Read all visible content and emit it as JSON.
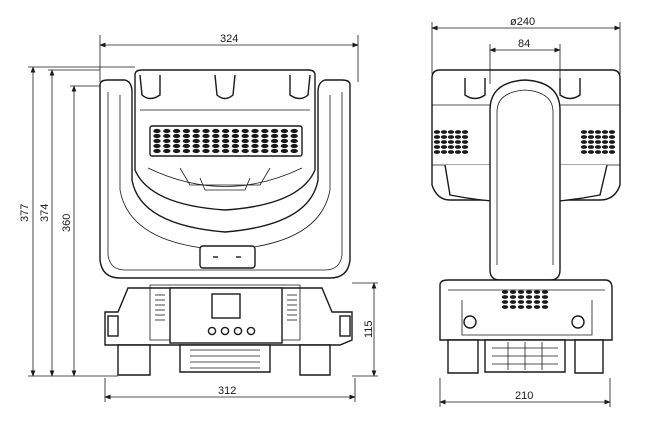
{
  "dimensions": {
    "front_width_top": "324",
    "front_width_bottom": "312",
    "height_377": "377",
    "height_374": "374",
    "height_360": "360",
    "base_height": "115",
    "side_diameter": "ø240",
    "side_yoke_width": "84",
    "side_base_width": "210"
  },
  "colors": {
    "stroke": "#1a1a1a",
    "background": "#ffffff"
  }
}
